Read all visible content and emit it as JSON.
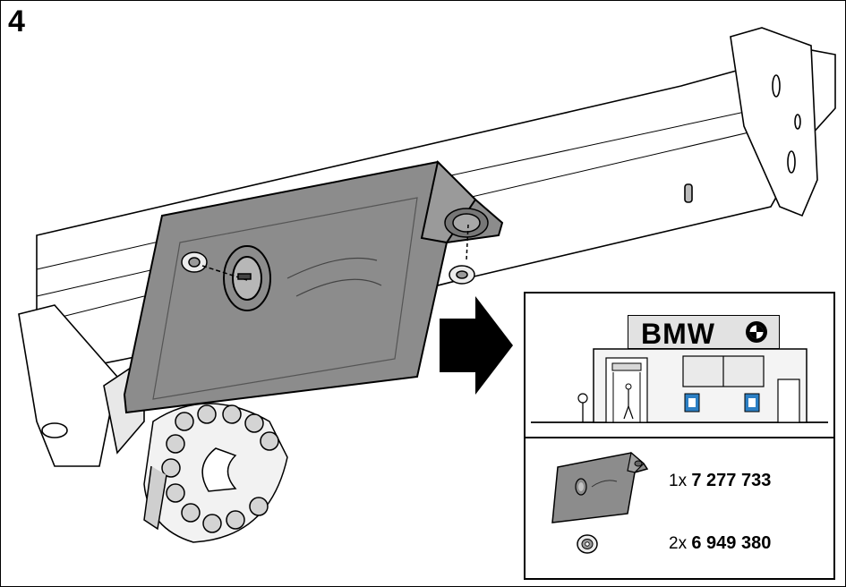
{
  "step": {
    "number": "4"
  },
  "dealer": {
    "brand": "BMW"
  },
  "parts": [
    {
      "quantity": "1x",
      "part_number": "7 277 733",
      "icon": "protective-plate-icon"
    },
    {
      "quantity": "2x",
      "part_number": "6 949 380",
      "icon": "nut-washer-icon"
    }
  ],
  "colors": {
    "plate": "#8c8c8c",
    "sign": "#e2e2e2",
    "accent_blue": "#2c7fc4",
    "arrow": "#000000"
  }
}
